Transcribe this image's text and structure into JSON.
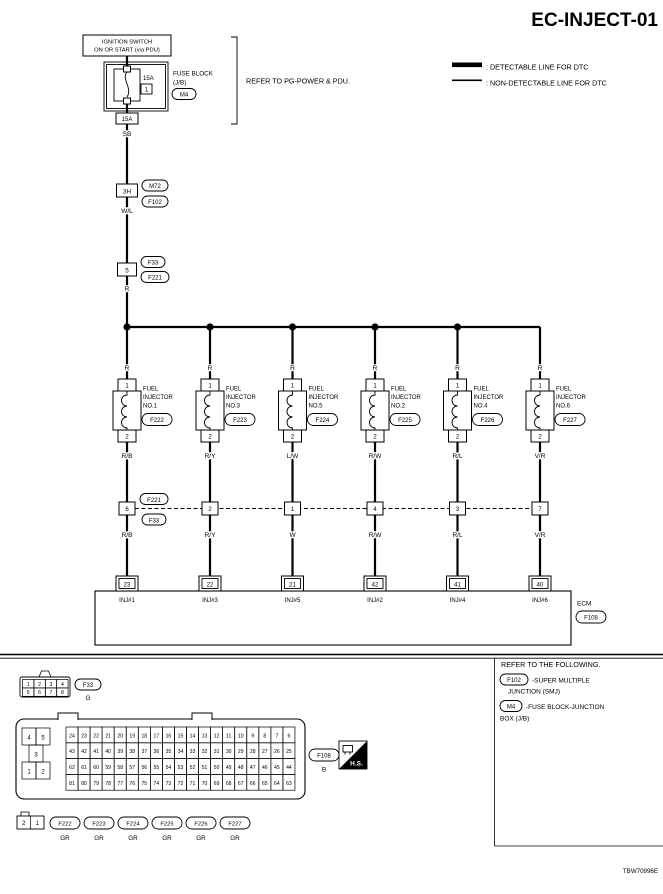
{
  "title": "EC-INJECT-01",
  "doc_code": "TBW70996E",
  "legend": {
    "detectable": ": DETECTABLE LINE FOR DTC",
    "non_detectable": ": NON-DETECTABLE LINE FOR DTC"
  },
  "power": {
    "source_line1": "IGNITION SWITCH",
    "source_line2": "ON OR START (via PDU)",
    "fuse_rating": "15A",
    "fuse_number": "1",
    "fuse_block_line1": "FUSE BLOCK",
    "fuse_block_line2": "(J/B)",
    "fuse_block_connector": "M4",
    "fuse_terminal_label": "15A",
    "refer_note": "REFER TO PG-POWER & PDU.",
    "wire_sb": "SB",
    "smj_terminal": "3H",
    "smj_connector_top": "M72",
    "smj_connector_bottom": "F102",
    "wire_wl": "W/L",
    "joint_terminal": "5",
    "joint_connector_top": "F33",
    "joint_connector_bottom": "F221",
    "wire_r": "R"
  },
  "branches": [
    {
      "wire_top": "R",
      "pin_top": "1",
      "pin_bottom": "2",
      "label1": "FUEL",
      "label2": "INJECTOR",
      "label3": "NO.1",
      "connector": "F222",
      "wire_mid": "R/B",
      "pin_mid": "6",
      "wire_low": "R/B",
      "ecm_pin": "23",
      "ecm_label": "INJ#1"
    },
    {
      "wire_top": "R",
      "pin_top": "1",
      "pin_bottom": "2",
      "label1": "FUEL",
      "label2": "INJECTOR",
      "label3": "NO.3",
      "connector": "F223",
      "wire_mid": "R/Y",
      "pin_mid": "2",
      "wire_low": "R/Y",
      "ecm_pin": "22",
      "ecm_label": "INJ#3"
    },
    {
      "wire_top": "R",
      "pin_top": "1",
      "pin_bottom": "2",
      "label1": "FUEL",
      "label2": "INJECTOR",
      "label3": "NO.5",
      "connector": "F224",
      "wire_mid": "L/W",
      "pin_mid": "1",
      "wire_low": "W",
      "ecm_pin": "21",
      "ecm_label": "INJ#5"
    },
    {
      "wire_top": "R",
      "pin_top": "1",
      "pin_bottom": "2",
      "label1": "FUEL",
      "label2": "INJECTOR",
      "label3": "NO.2",
      "connector": "F225",
      "wire_mid": "R/W",
      "pin_mid": "4",
      "wire_low": "R/W",
      "ecm_pin": "42",
      "ecm_label": "INJ#2"
    },
    {
      "wire_top": "R",
      "pin_top": "1",
      "pin_bottom": "2",
      "label1": "FUEL",
      "label2": "INJECTOR",
      "label3": "NO.4",
      "connector": "F226",
      "wire_mid": "R/L",
      "pin_mid": "3",
      "wire_low": "R/L",
      "ecm_pin": "41",
      "ecm_label": "INJ#4"
    },
    {
      "wire_top": "R",
      "pin_top": "1",
      "pin_bottom": "2",
      "label1": "FUEL",
      "label2": "INJECTOR",
      "label3": "NO.6",
      "connector": "F227",
      "wire_mid": "V/R",
      "pin_mid": "7",
      "wire_low": "V/R",
      "ecm_pin": "40",
      "ecm_label": "INJ#6"
    }
  ],
  "mid_row": {
    "connector_top": "F221",
    "connector_bottom": "F33"
  },
  "ecm": {
    "label": "ECM",
    "connector": "F108"
  },
  "refer_following": {
    "title": "REFER TO THE FOLLOWING.",
    "item1_code": "F102",
    "item1_line1": "-SUPER MULTIPLE",
    "item1_line2": "JUNCTION (SMJ)",
    "item2_code": "M4",
    "item2_line1": "-FUSE BLOCK-JUNCTION",
    "item2_line2": "BOX (J/B)"
  },
  "connector_panel": {
    "f33": {
      "code": "F33",
      "color": "G",
      "row1": [
        "1",
        "2",
        "3",
        "4"
      ],
      "row2": [
        "5",
        "6",
        "7",
        "8"
      ]
    },
    "f108": {
      "code": "F108",
      "color": "B",
      "small_rows": [
        [
          "4",
          "5"
        ],
        [
          "3"
        ],
        [
          "1",
          "2"
        ]
      ],
      "rows": [
        [
          24,
          23,
          22,
          21,
          20,
          19,
          18,
          17,
          16,
          15,
          14,
          13,
          12,
          11,
          10,
          9,
          8,
          7,
          6
        ],
        [
          43,
          42,
          41,
          40,
          39,
          38,
          37,
          36,
          35,
          34,
          33,
          32,
          31,
          30,
          29,
          28,
          27,
          26,
          25
        ],
        [
          62,
          61,
          60,
          59,
          58,
          57,
          56,
          55,
          54,
          53,
          52,
          51,
          50,
          49,
          48,
          47,
          46,
          45,
          44
        ],
        [
          81,
          80,
          79,
          78,
          77,
          76,
          75,
          74,
          73,
          72,
          71,
          70,
          69,
          68,
          67,
          66,
          65,
          64,
          63
        ]
      ]
    },
    "hs": "H.S.",
    "inj": {
      "pins": [
        "2",
        "1"
      ],
      "codes": [
        "F222",
        "F223",
        "F224",
        "F225",
        "F226",
        "F227"
      ],
      "wire_color": "GR"
    }
  }
}
